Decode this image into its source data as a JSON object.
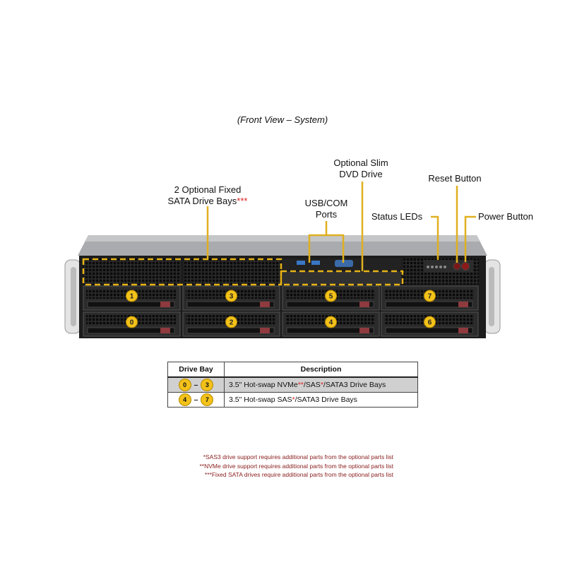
{
  "title": "(Front View – System)",
  "callouts": {
    "fixed_bays": {
      "line1": "2 Optional Fixed",
      "line2": "SATA Drive Bays",
      "mark": "***"
    },
    "usb_com": {
      "line1": "USB/COM",
      "line2": "Ports"
    },
    "dvd": {
      "line1": "Optional Slim",
      "line2": "DVD Drive"
    },
    "reset": "Reset Button",
    "status_leds": "Status LEDs",
    "power": "Power Button"
  },
  "drive_bays": {
    "top_row": [
      "1",
      "3",
      "5",
      "7"
    ],
    "bottom_row": [
      "0",
      "2",
      "4",
      "6"
    ]
  },
  "table": {
    "headers": [
      "Drive Bay",
      "Description"
    ],
    "rows": [
      {
        "from": "0",
        "to": "3",
        "dash": "–",
        "desc_a": "3.5\"  Hot-swap NVMe",
        "mark_a": "**",
        "desc_b": "/SAS",
        "mark_b": "*",
        "desc_c": "/SATA3 Drive Bays"
      },
      {
        "from": "4",
        "to": "7",
        "dash": "–",
        "desc_a": "3.5\" Hot-swap SAS",
        "mark_a": "*",
        "desc_b": "/SATA3 Drive Bays"
      }
    ]
  },
  "footnotes": [
    "*SAS3 drive support requires additional parts from the optional parts list",
    "**NVMe drive support requires additional parts from the optional parts list",
    "***Fixed SATA drives require additional parts from the optional parts list"
  ],
  "colors": {
    "accent": "#f3c21a",
    "callout_line": "#e0b020",
    "note": "#8b2020"
  }
}
